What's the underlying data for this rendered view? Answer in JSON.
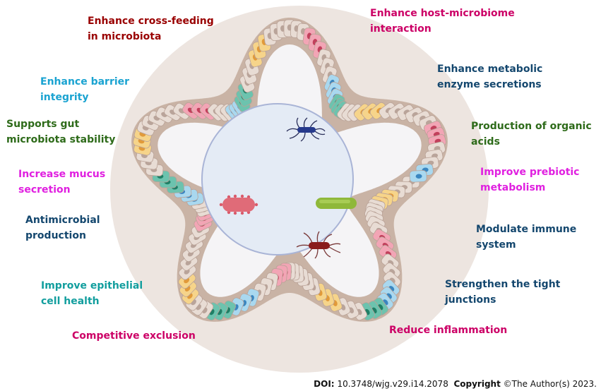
{
  "colors": {
    "dark_red": "#990000",
    "crimson": "#cc0066",
    "navy": "#14476e",
    "cyan": "#1aa3d1",
    "green": "#2e6b1a",
    "magenta": "#e020e0",
    "teal": "#129e9e",
    "halo": "#ede5e0",
    "tissue": "#c9b3a5",
    "lumen": "#f5f4f6",
    "circle_fill": "#e4ebf5",
    "circle_stroke": "#a9b4d6"
  },
  "labels": {
    "cross_feeding": {
      "line1": "Enhance cross-feeding",
      "line2": "in microbiota"
    },
    "host_microbiome": {
      "line1": "Enhance host-microbiome",
      "line2": "interaction"
    },
    "barrier": {
      "line1": "Enhance barrier",
      "line2": "integrity"
    },
    "metabolic_enzyme": {
      "line1": "Enhance metabolic",
      "line2": "enzyme secretions"
    },
    "gut_stability": {
      "line1": "Supports gut",
      "line2": "microbiota stability"
    },
    "organic_acids": {
      "line1": "Production of organic",
      "line2": "acids"
    },
    "mucus": {
      "line1": "Increase mucus",
      "line2": "secretion"
    },
    "prebiotic": {
      "line1": "Improve prebiotic",
      "line2": "metabolism"
    },
    "antimicrobial": {
      "line1": "Antimicrobial",
      "line2": "production"
    },
    "immune": {
      "line1": "Modulate immune",
      "line2": "system"
    },
    "epithelial": {
      "line1": "Improve epithelial",
      "line2": "cell health"
    },
    "tight_junctions": {
      "line1": "Strengthen the tight",
      "line2": "junctions"
    },
    "competitive": {
      "line1": "Competitive exclusion"
    },
    "inflammation": {
      "line1": "Reduce inflammation"
    }
  },
  "footer": {
    "doi_label": "DOI:",
    "doi_value": "10.3748/wjg.v29.i14.2078",
    "copyright_label": "Copyright",
    "copyright_text": "©The Author(s) 2023."
  }
}
